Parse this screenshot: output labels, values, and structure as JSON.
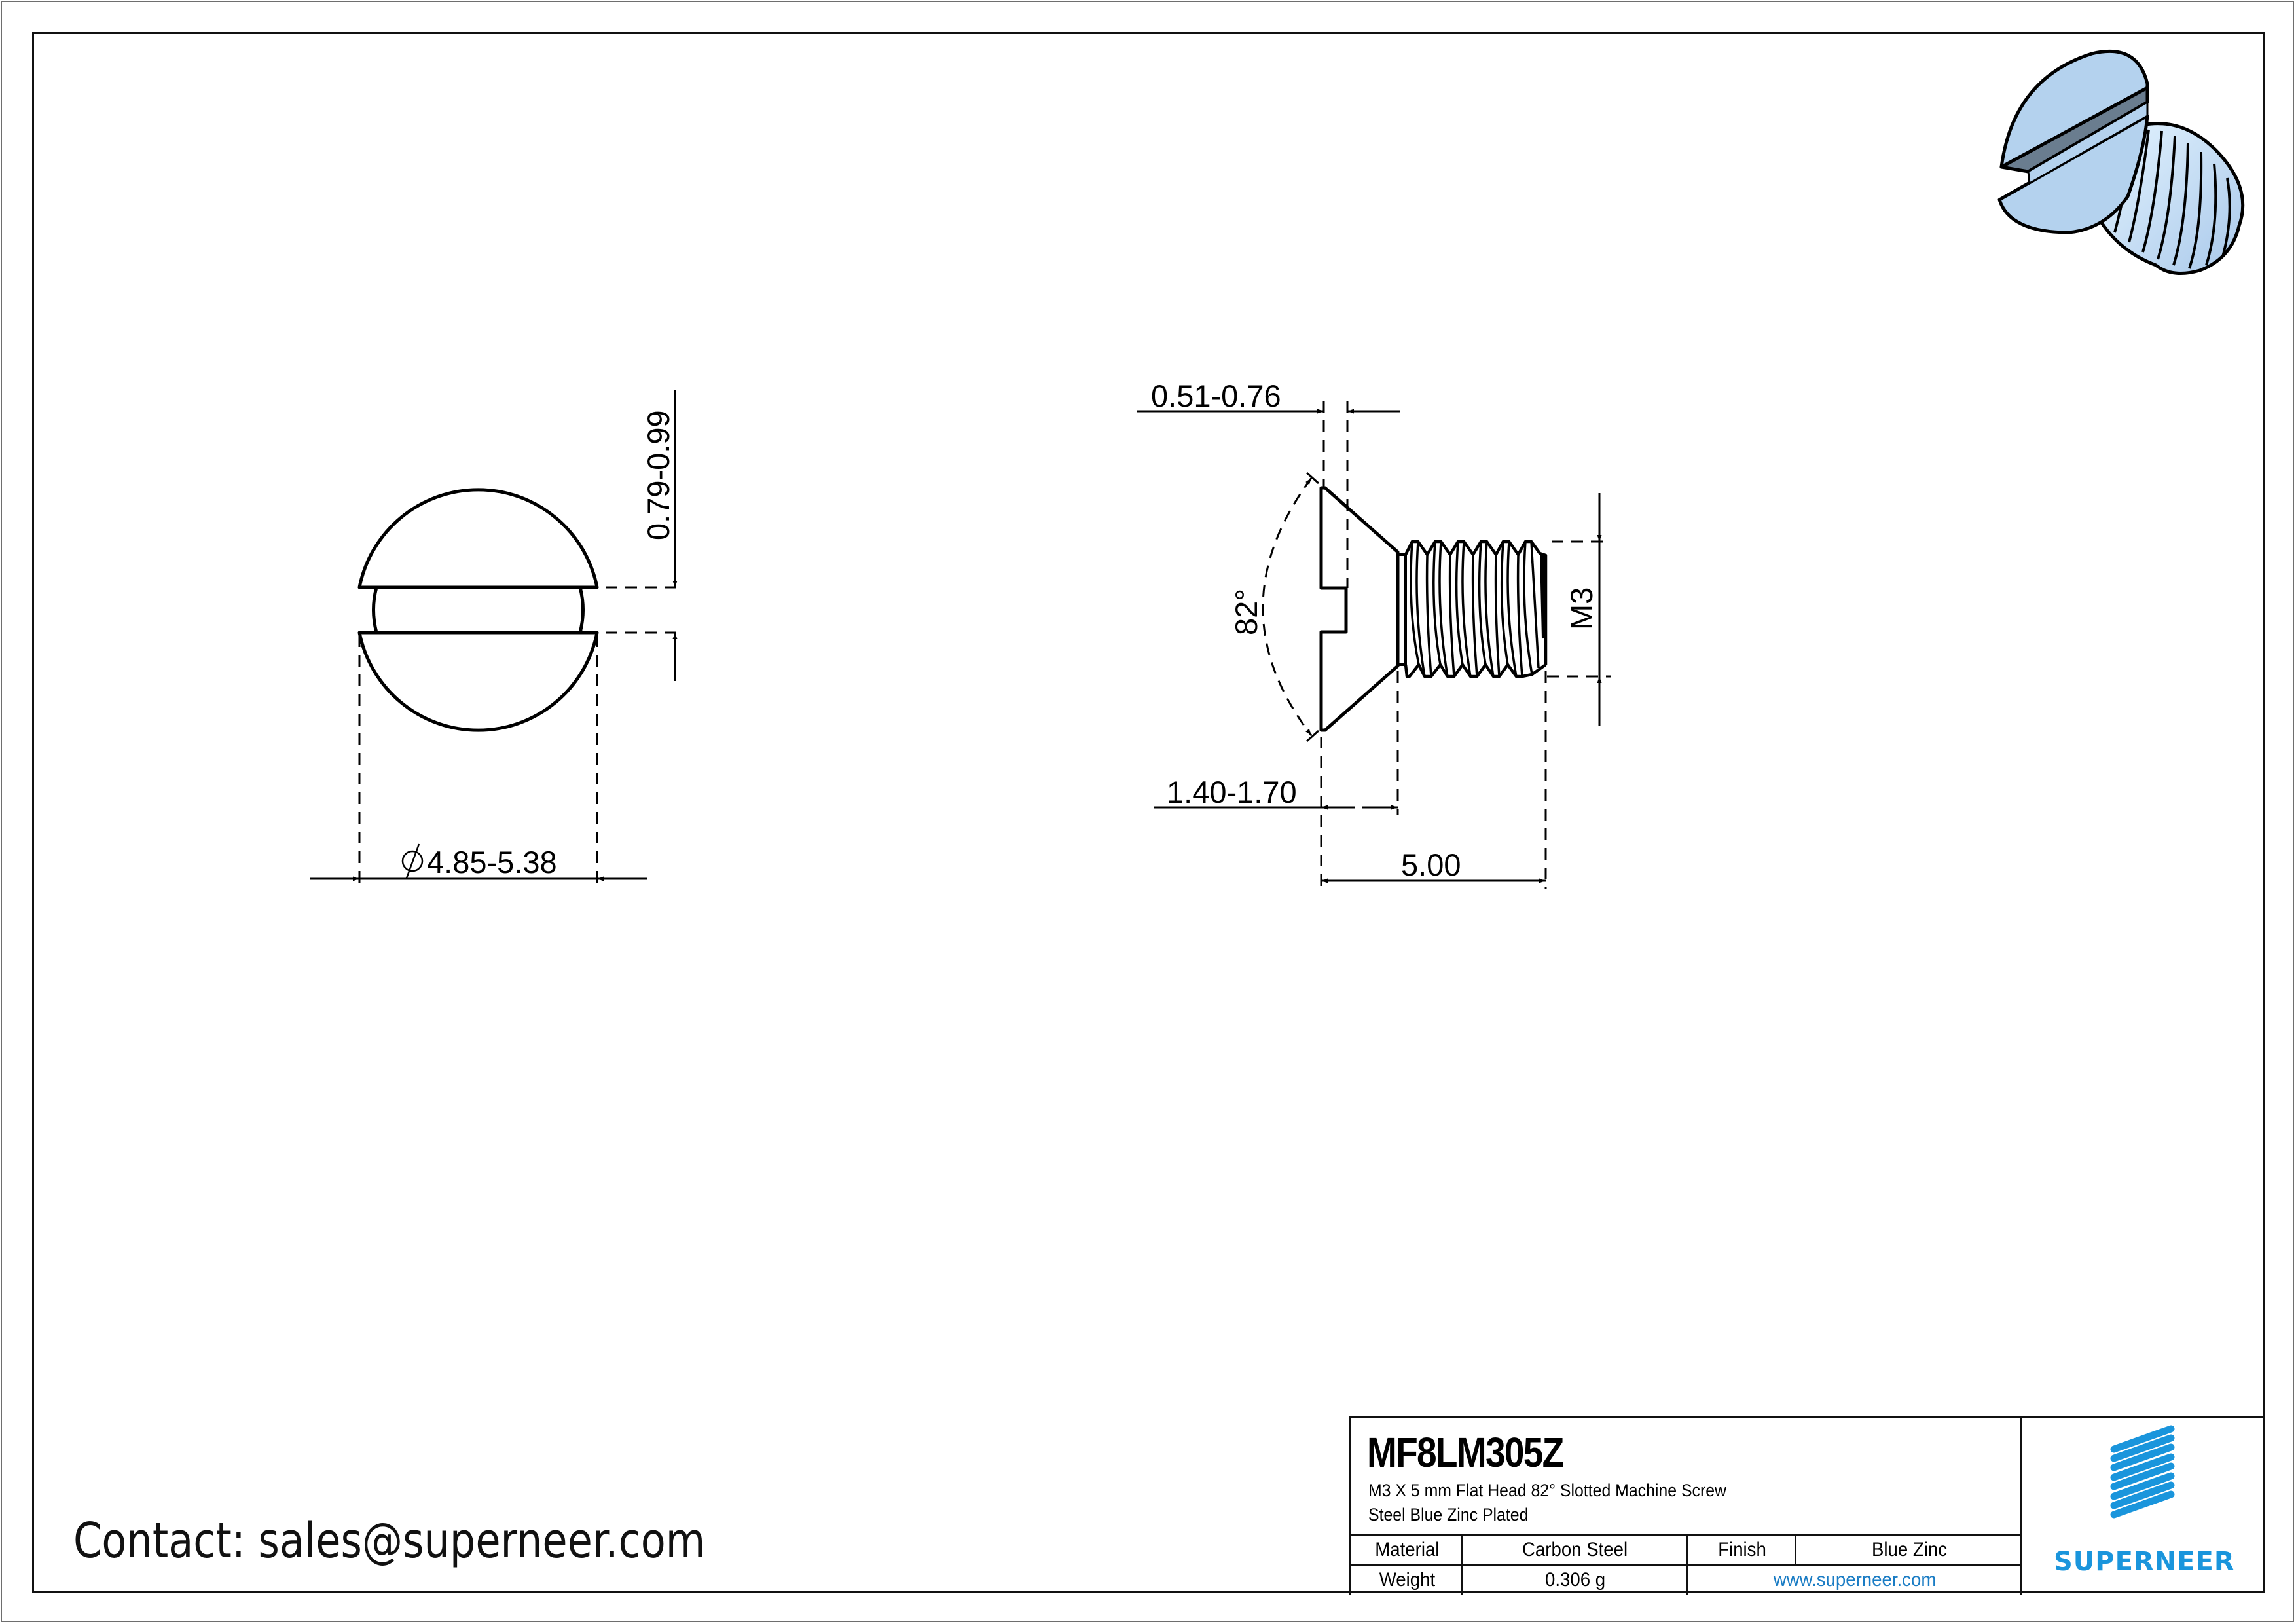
{
  "drawing": {
    "part_number": "MF8LM305Z",
    "description_line1": "M3 X 5 mm  Flat Head 82° Slotted Machine Screw",
    "description_line2": "Steel Blue Zinc Plated",
    "accent_color": "#1a95dc",
    "link_color": "#1a7cc4",
    "screw_render_color": "#b4d2ee"
  },
  "front_view": {
    "slot_width_dim": "0.79-0.99",
    "head_diameter_dim": "4.85-5.38",
    "diameter_symbol": "diameter-symbol"
  },
  "side_view": {
    "slot_depth_dim": "0.51-0.76",
    "head_height_dim": "1.40-1.70",
    "length_dim": "5.00",
    "countersink_angle": "82°",
    "thread_size": "M3"
  },
  "title_block": {
    "material_label": "Material",
    "material_value": "Carbon Steel",
    "finish_label": "Finish",
    "finish_value": "Blue Zinc",
    "weight_label": "Weight",
    "weight_value": "0.306 g",
    "website": "www.superneer.com"
  },
  "brand": {
    "name": "SUPERNEER",
    "logo_icon": "striped-parallelogram-logo"
  },
  "contact": {
    "text": "Contact: sales@superneer.com"
  }
}
